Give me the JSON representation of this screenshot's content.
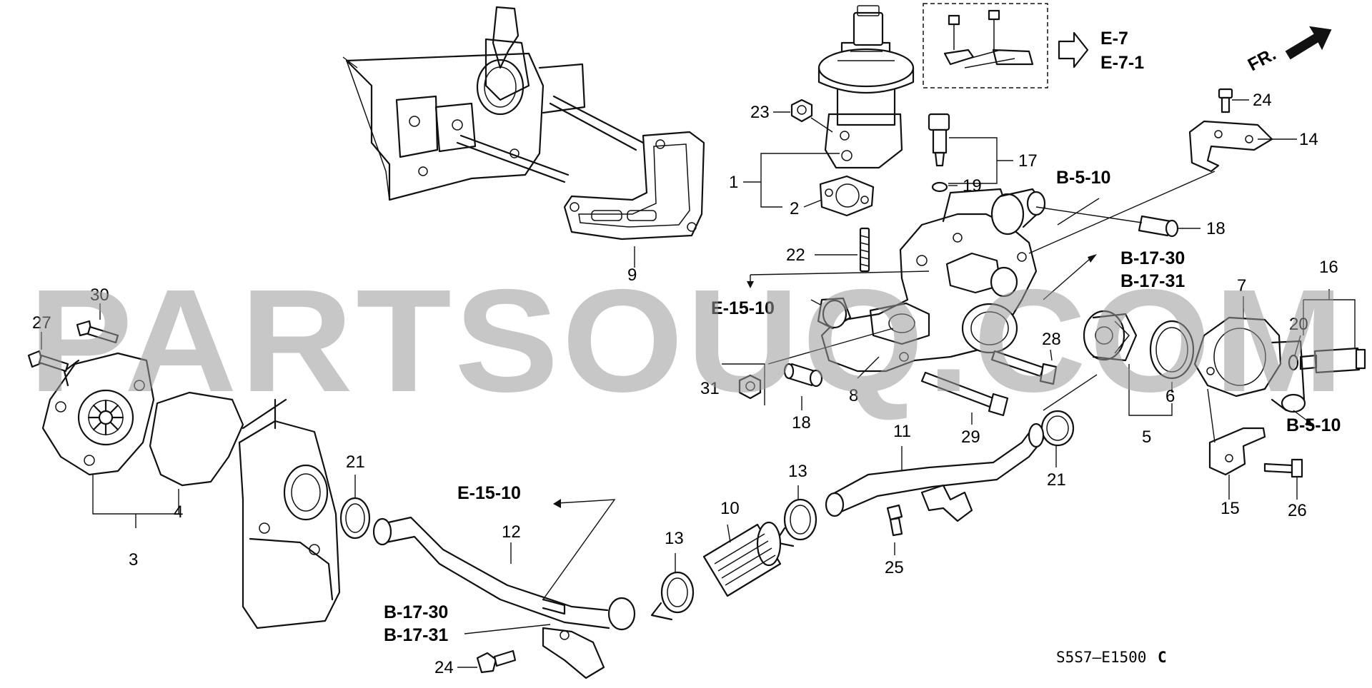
{
  "watermark": "PARTSOUQ.COM",
  "diagram_code": "S5S7—E1500",
  "diagram_code_suffix": "C",
  "direction_label": "FR.",
  "callouts": {
    "c1": "1",
    "c2": "2",
    "c3": "3",
    "c4": "4",
    "c5": "5",
    "c6": "6",
    "c7": "7",
    "c8": "8",
    "c9": "9",
    "c10": "10",
    "c11": "11",
    "c12": "12",
    "c13a": "13",
    "c13b": "13",
    "c14": "14",
    "c15": "15",
    "c16": "16",
    "c17": "17",
    "c18a": "18",
    "c18b": "18",
    "c19": "19",
    "c20": "20",
    "c21a": "21",
    "c21b": "21",
    "c22": "22",
    "c23": "23",
    "c24a": "24",
    "c24b": "24",
    "c25": "25",
    "c26": "26",
    "c27": "27",
    "c28": "28",
    "c29": "29",
    "c30": "30",
    "c31": "31"
  },
  "references": {
    "e7": "E-7",
    "e71": "E-7-1",
    "b510a": "B-5-10",
    "b510b": "B-5-10",
    "b1730a": "B-17-30",
    "b1731a": "B-17-31",
    "b1730b": "B-17-30",
    "b1731b": "B-17-31",
    "e1510a": "E-15-10",
    "e1510b": "E-15-10"
  }
}
